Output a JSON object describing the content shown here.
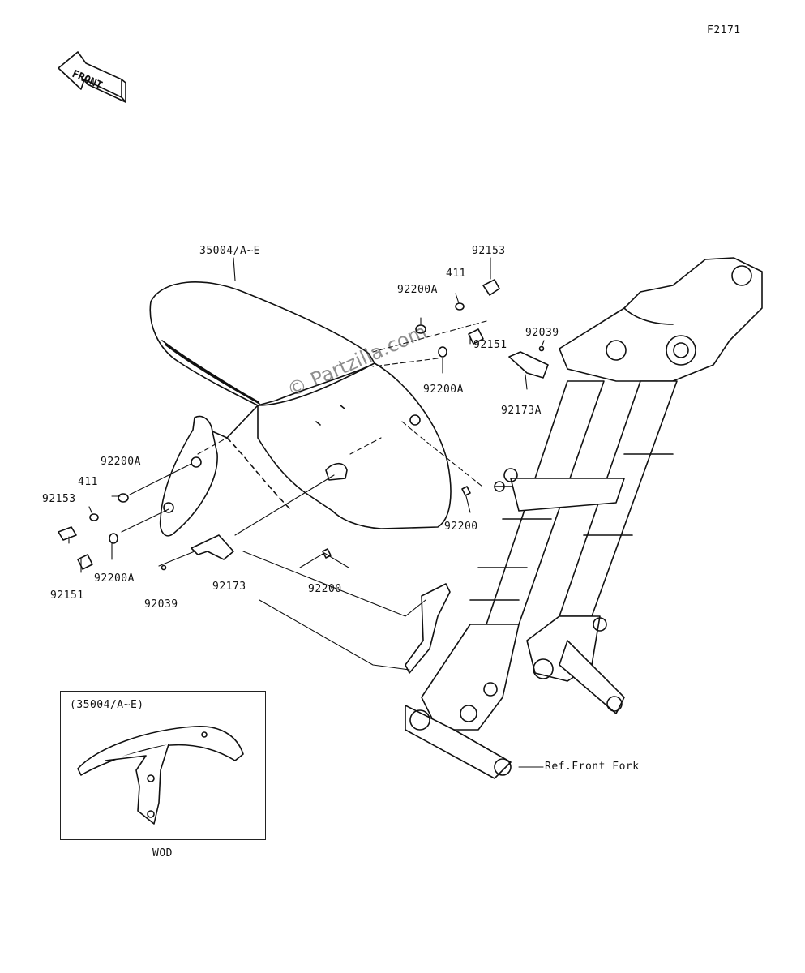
{
  "diagram_code": "F2171",
  "front_label": "FRONT",
  "watermark": "© Partzilla.com",
  "labels": {
    "fender_main": "35004/A~E",
    "bolt_top": "92153",
    "collar_top": "411",
    "washer_top": "92200A",
    "clip_right": "92039",
    "bolt_mid": "92151",
    "washer_mid": "92200A",
    "bracket_right": "92173A",
    "nut_right": "92200",
    "washer_left": "92200A",
    "collar_left": "411",
    "bolt_left": "92153",
    "bolt_left_low": "92151",
    "washer_left_low": "92200A",
    "bracket_left": "92173",
    "clip_left": "92039",
    "nut_center": "92200",
    "ref_fork": "Ref.Front Fork"
  },
  "inset": {
    "title": "(35004/A~E)",
    "caption": "WOD"
  }
}
